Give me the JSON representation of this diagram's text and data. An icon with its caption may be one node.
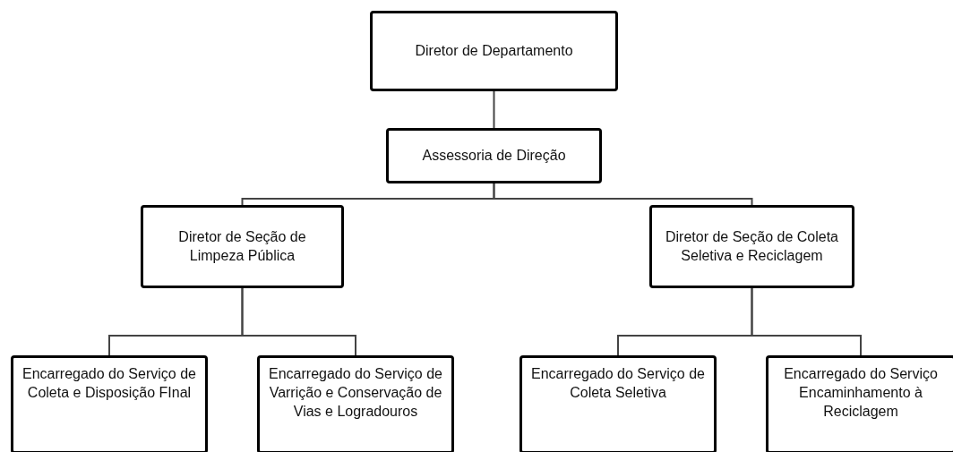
{
  "diagram": {
    "nodes": [
      {
        "text": [
          "Diretor de Departamento"
        ]
      },
      {
        "text": [
          "Assessoria de Direção"
        ]
      },
      {
        "text": [
          "Diretor de Seção de Limpeza Pública"
        ]
      },
      {
        "text": [
          "Diretor de Seção de Coleta Seletiva e Reciclagem"
        ]
      },
      {
        "text": [
          "Encarregado do Serviço de Coleta e Disposição FInal"
        ]
      },
      {
        "text": [
          "Encarregado do Serviço de Varrição e Conservação de Vias e Logradouros"
        ]
      },
      {
        "text": [
          "Encarregado do Serviço de Coleta Seletiva"
        ]
      },
      {
        "text": [
          "Encarregado do Serviço Encaminhamento à Reciclagem"
        ]
      }
    ],
    "edges": [
      {
        "from": 0,
        "to": 1,
        "arrow": "none"
      },
      {
        "from": 1,
        "to": 2,
        "arrow": "none"
      },
      {
        "from": 1,
        "to": 3,
        "arrow": "none"
      },
      {
        "from": 2,
        "to": 4,
        "arrow": "none"
      },
      {
        "from": 2,
        "to": 5,
        "arrow": "none"
      },
      {
        "from": 3,
        "to": 6,
        "arrow": "none"
      },
      {
        "from": 3,
        "to": 7,
        "arrow": "none"
      }
    ]
  }
}
